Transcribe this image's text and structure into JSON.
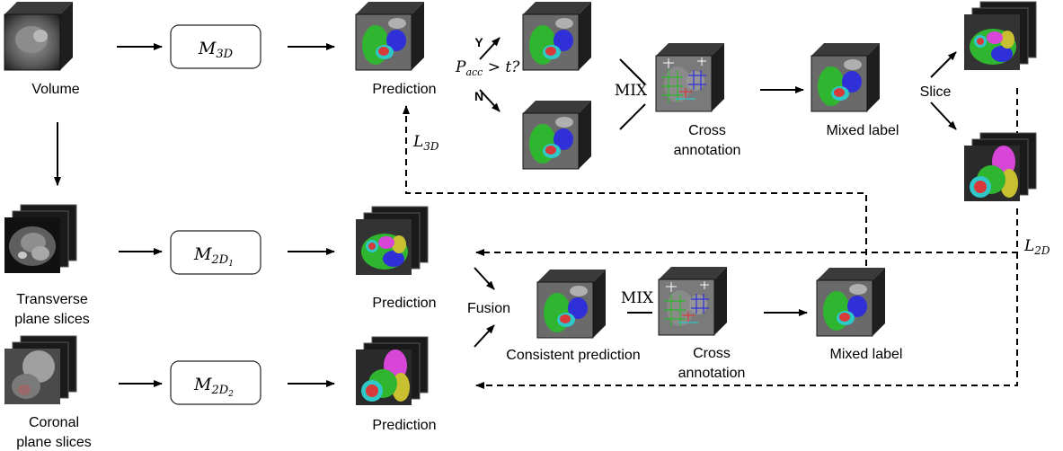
{
  "labels": {
    "volume": "Volume",
    "prediction": "Prediction",
    "cross": "Cross",
    "annotation": "annotation",
    "mixed_label": "Mixed label",
    "slice": "Slice",
    "transverse_1": "Transverse",
    "transverse_2": "plane slices",
    "coronal_1": "Coronal",
    "coronal_2": "plane slices",
    "fusion": "Fusion",
    "consistent_prediction": "Consistent prediction",
    "yes": "Y",
    "no": "N",
    "mix": "MIX"
  },
  "math": {
    "model_3d": {
      "base": "M",
      "sub": "3D"
    },
    "model_2d1": {
      "base": "M",
      "sub": "2D",
      "subsub": "1"
    },
    "model_2d2": {
      "base": "M",
      "sub": "2D",
      "subsub": "2"
    },
    "loss_3d": {
      "base": "L",
      "sub": "3D"
    },
    "loss_2d": {
      "base": "L",
      "sub": "2D"
    },
    "condition": {
      "base": "P",
      "sub": "acc",
      "rest": " > t?"
    }
  },
  "colors": {
    "green": "#2fb52f",
    "blue": "#3030d8",
    "red": "#d83a3a",
    "cyan": "#2fc8c8",
    "magenta": "#d846d8",
    "yellow": "#c8c030",
    "ct_gray": "#7a7a7a"
  }
}
